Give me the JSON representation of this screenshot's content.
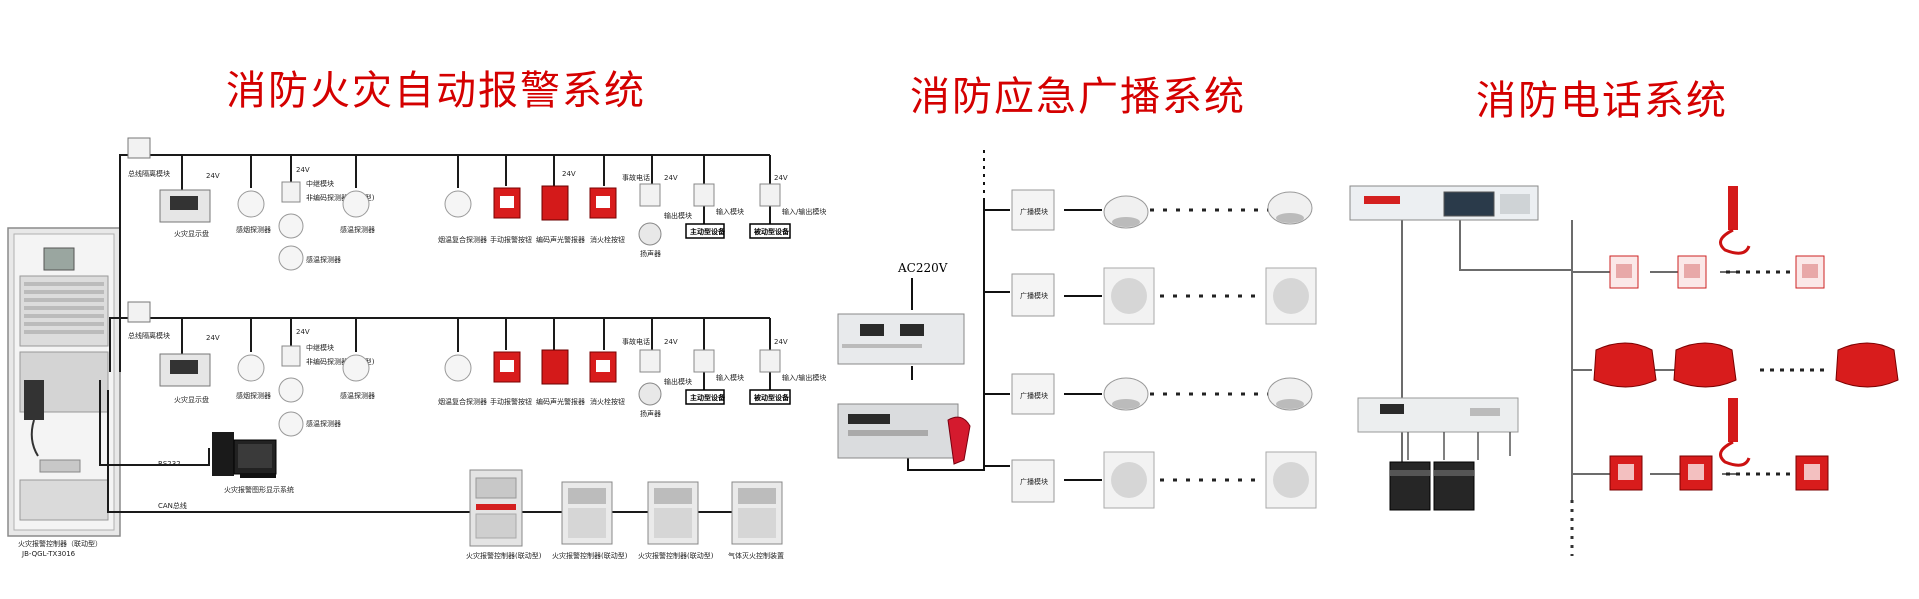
{
  "titles": {
    "fire_alarm": "消防火灾自动报警系统",
    "broadcast": "消防应急广播系统",
    "telephone": "消防电话系统"
  },
  "fire_alarm": {
    "isolator_module": "总线隔离模块",
    "fire_display": "火灾显示盘",
    "smoke_detector": "感烟探测器",
    "relay_module": "中继模块",
    "non_coded_detector": "非编码探测器(电池型)",
    "heat_detector": "感温探测器",
    "smoke_heat_detector": "烟温复合探测器",
    "manual_button": "手动报警按钮",
    "sound_light_alarm": "编码声光警报器",
    "hydrant_button": "消火栓按钮",
    "fire_telephone": "事故电话",
    "output_module": "输出模块",
    "speaker": "扬声器",
    "input_module": "输入模块",
    "io_module": "输入/输出模块",
    "active_device": "主动型设备",
    "passive_device": "被动型设备",
    "label_24v": "24V",
    "rs232": "RS232",
    "can_bus": "CAN总线",
    "graphic_system": "火灾报警图形显示系统",
    "controller_name": "火灾报警控制器（联动型）",
    "controller_model": "JB-QGL-TX3016",
    "panels": [
      "火灾报警控制器(联动型)",
      "火灾报警控制器(联动型)",
      "火灾报警控制器(联动型)",
      "气体灭火控制装置"
    ]
  },
  "broadcast": {
    "ac_label": "AC220V",
    "module_label": "广播模块"
  }
}
